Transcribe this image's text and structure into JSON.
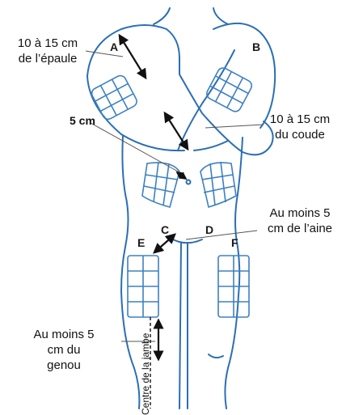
{
  "labels": {
    "shoulder_l1": "10 à 15 cm",
    "shoulder_l2": "de l’épaule",
    "navel": "5 cm",
    "elbow_l1": "10 à 15 cm",
    "elbow_l2": "du coude",
    "groin_l1": "Au moins 5",
    "groin_l2": "cm de l’aine",
    "knee_l1": "Au moins 5",
    "knee_l2": "cm du",
    "knee_l3": "genou",
    "leg_center": "Centre de la jambe"
  },
  "zones": {
    "a": "A",
    "b": "B",
    "c": "C",
    "d": "D",
    "e": "E",
    "f": "F"
  },
  "colors": {
    "outline": "#2a6fb4",
    "grid": "#3d80c2",
    "text": "#111111",
    "arrow": "#111111"
  }
}
